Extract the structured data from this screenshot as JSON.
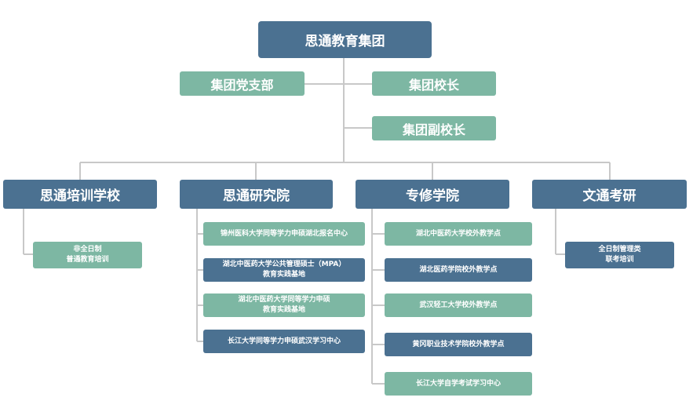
{
  "colors": {
    "dark_node": "#4b7191",
    "light_node": "#7db7a3",
    "connector": "#c8c8c8"
  },
  "root": {
    "label": "思通教育集团"
  },
  "leadership": {
    "party_branch": "集团党支部",
    "president": "集团校长",
    "vice_president": "集团副校长"
  },
  "divisions": [
    {
      "label": "思通培训学校",
      "children": [
        "非全日制\n普通教育培训"
      ]
    },
    {
      "label": "思通研究院",
      "children": [
        "锦州医科大学同等学力申硕湖北报名中心",
        "湖北中医药大学公共管理硕士（MPA）\n教育实践基地",
        "湖北中医药大学同等学力申硕\n教育实践基地",
        "长江大学同等学力申硕武汉学习中心"
      ]
    },
    {
      "label": "专修学院",
      "children": [
        "湖北中医药大学校外教学点",
        "湖北医药学院校外教学点",
        "武汉轻工大学校外教学点",
        "黄冈职业技术学院校外教学点",
        "长江大学自学考试学习中心"
      ]
    },
    {
      "label": "文通考研",
      "children": [
        "全日制管理类\n联考培训"
      ]
    }
  ]
}
